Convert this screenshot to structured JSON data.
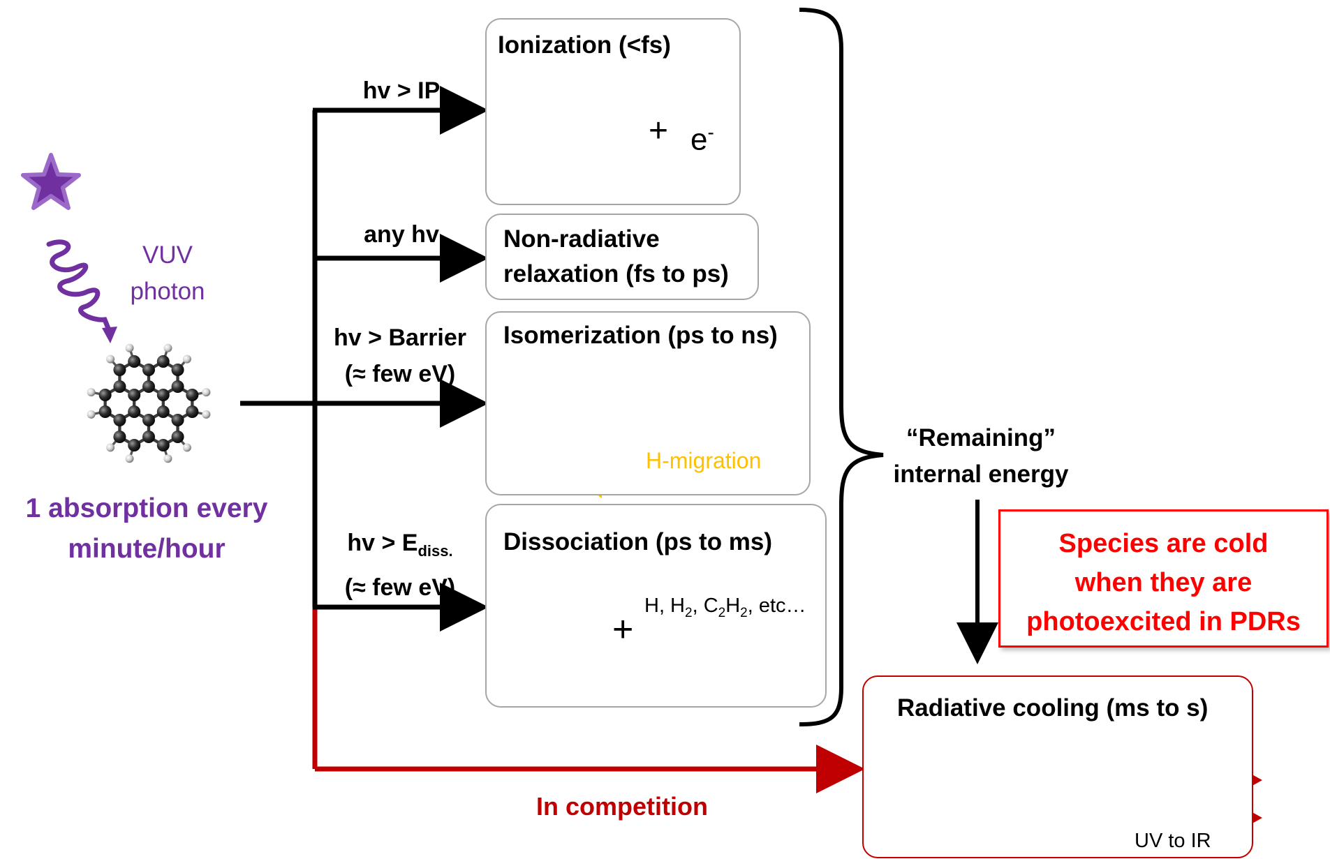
{
  "photon": {
    "label_line1": "VUV",
    "label_line2": "photon"
  },
  "absorption": {
    "line1": "1 absorption every",
    "line2": "minute/hour"
  },
  "branches": {
    "ip": {
      "label": "hv > IP"
    },
    "any": {
      "label": "any hv"
    },
    "barrier": {
      "line1": "hv > Barrier",
      "line2": "(≈ few eV)"
    },
    "diss": {
      "prefix": "hv > E",
      "sub": "diss.",
      "line2": "(≈ few eV)"
    }
  },
  "boxes": {
    "ionization": {
      "title": "Ionization (<fs)",
      "plus": "+",
      "electron": "e",
      "electron_sup": "-"
    },
    "nonradiative": {
      "line1": "Non-radiative",
      "line2": "relaxation (fs to ps)"
    },
    "isomerization": {
      "title": "Isomerization (ps to ns)",
      "migration": "H-migration"
    },
    "dissociation": {
      "title": "Dissociation (ps to ms)",
      "plus": "+",
      "fragments": {
        "h": "H, H",
        "h2_sub": "2",
        "c2": ", C",
        "c2_sub": "2",
        "h_mid": "H",
        "h2b_sub": "2",
        "etc": ", etc…"
      }
    },
    "radiative": {
      "title": "Radiative cooling (ms to s)",
      "range": "UV to IR"
    }
  },
  "remaining": {
    "line1": "“Remaining”",
    "line2": "internal energy"
  },
  "cold_note": {
    "line1": "Species are cold",
    "line2": "when they are",
    "line3": "photoexcited in PDRs"
  },
  "competition": "In competition",
  "colors": {
    "purple": "#7030a0",
    "red": "#ff0000",
    "dark_red": "#c00000",
    "gold": "#ffc000",
    "box_border": "#a6a6a6"
  }
}
